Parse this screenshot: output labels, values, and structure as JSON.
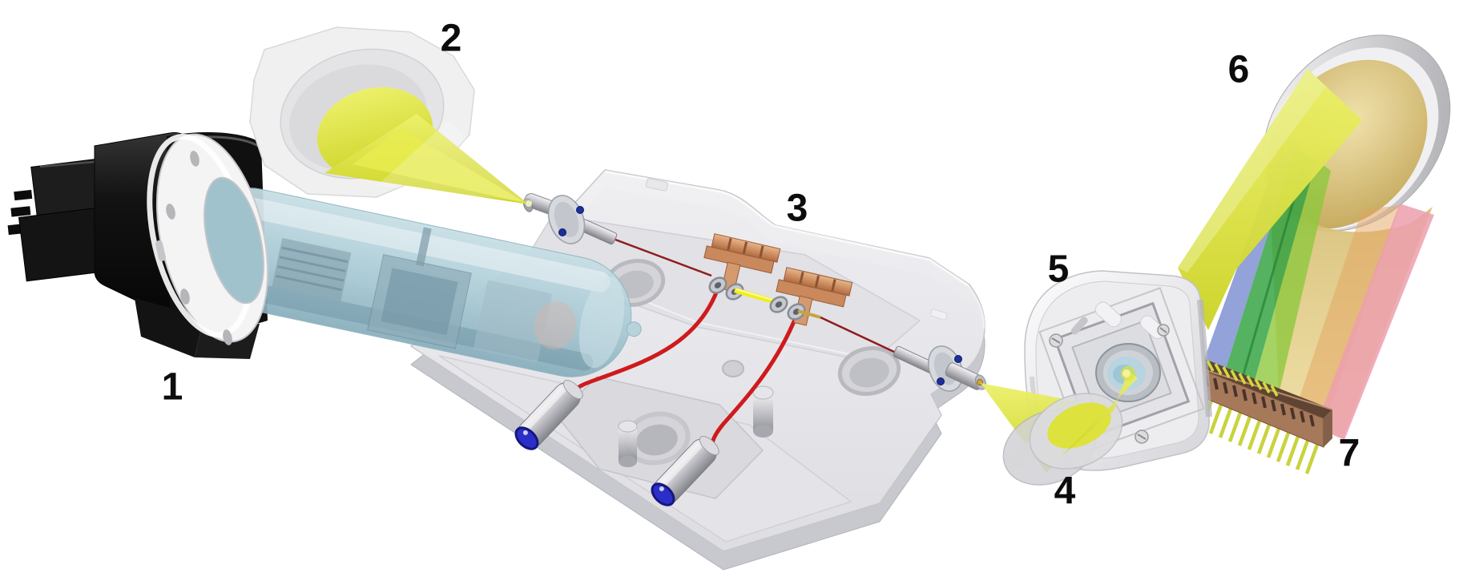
{
  "figure": {
    "background": "#ffffff",
    "callouts": [
      {
        "text": "1",
        "component": "lamp"
      },
      {
        "text": "2",
        "component": "condenser-lens"
      },
      {
        "text": "3",
        "component": "capillary-cassette-block"
      },
      {
        "text": "4",
        "component": "focusing-lens"
      },
      {
        "text": "5",
        "component": "detector-entrance-housing"
      },
      {
        "text": "6",
        "component": "grating-disc"
      },
      {
        "text": "7",
        "component": "photodiode-array"
      }
    ],
    "colors": {
      "beam_yellow": "#d9de39",
      "beam_yellow_light": "#eef1a8",
      "lamp_black": "#121212",
      "flange_white": "#f4f4f5",
      "bulb_glass": "#a6c8d3",
      "block_gray": "#e8e8ec",
      "copper": "#d79a6c",
      "capillary_dark_red": "#8e1b1b",
      "capillary_tube_red": "#cf1a1c",
      "detection_window_yellow": "#f2ee15",
      "fitting_blue": "#2b2fc7",
      "metal_silver": "#c9c9ce",
      "grating_face_gold": "#d4ba6c",
      "grating_rim_silver": "#e8e8ea",
      "spectrum_blue": "#8092d2",
      "spectrum_green": "#2ea13e",
      "spectrum_light_green": "#8fc83d",
      "spectrum_orange": "#e4a45f",
      "spectrum_pink": "#ec9fae",
      "diode_array_brown": "#a5795a",
      "pin_yellow": "#c9d33c"
    }
  }
}
